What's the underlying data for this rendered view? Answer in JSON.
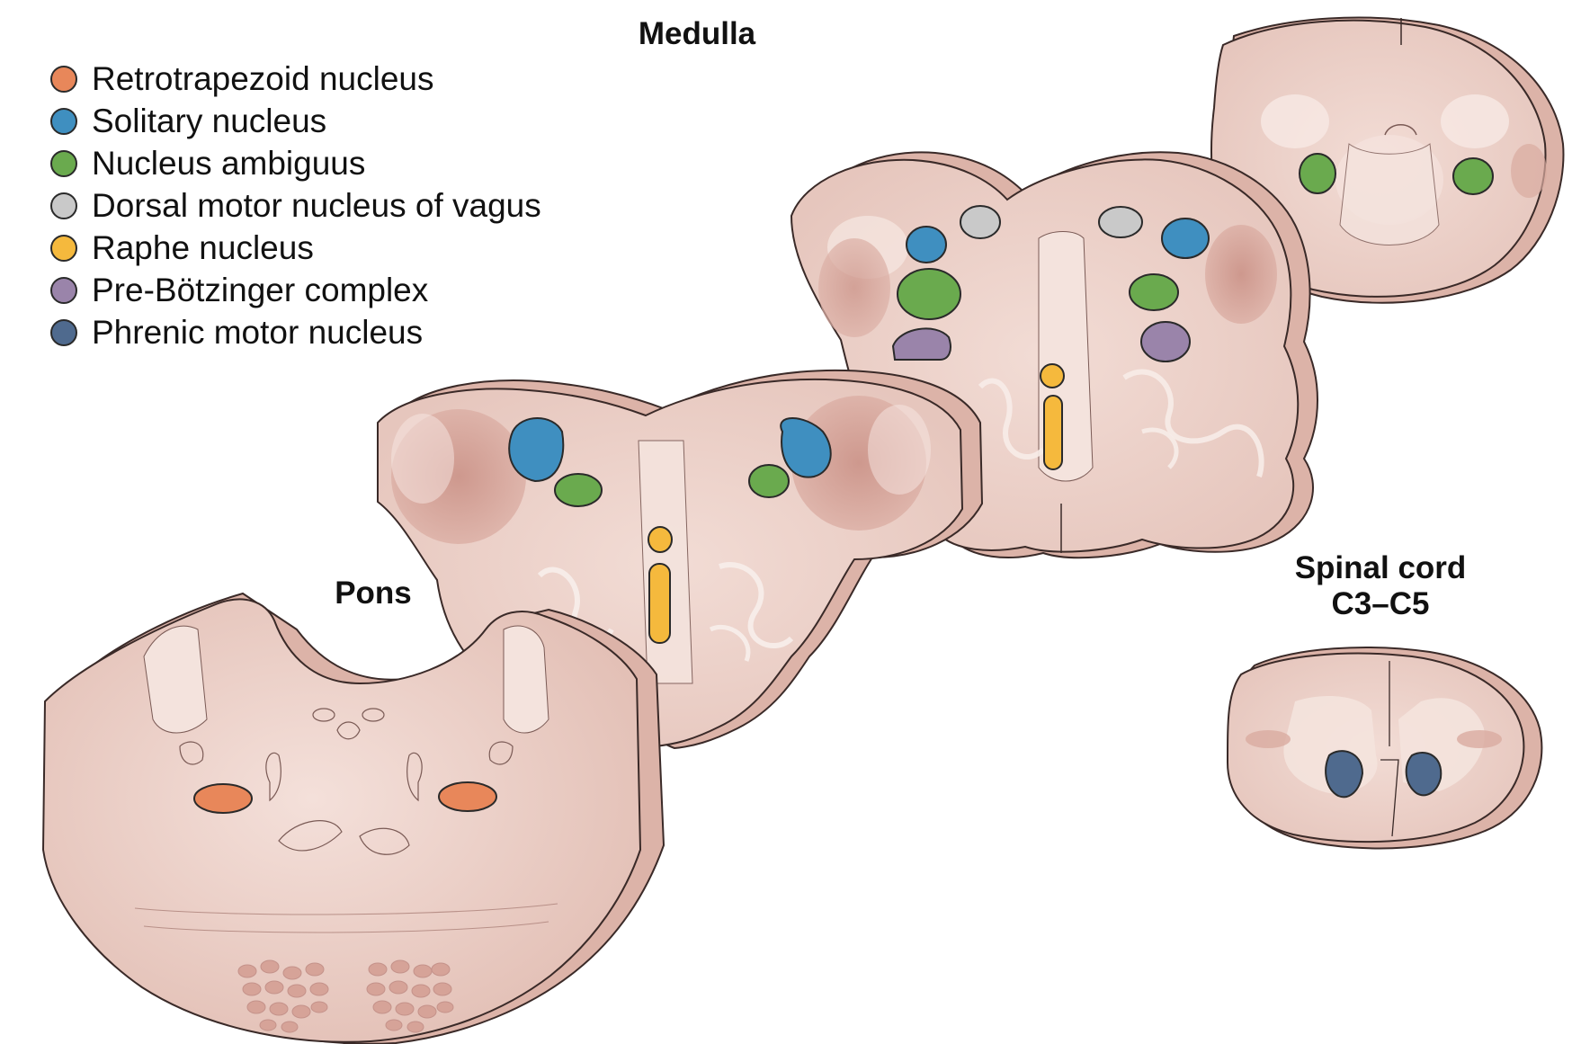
{
  "legend": {
    "items": [
      {
        "label": "Retrotrapezoid nucleus",
        "color": "#e8875a",
        "icon": "orange-circle"
      },
      {
        "label": "Solitary nucleus",
        "color": "#3f8fc0",
        "icon": "blue-circle"
      },
      {
        "label": "Nucleus ambiguus",
        "color": "#6aaa4e",
        "icon": "green-circle"
      },
      {
        "label": "Dorsal motor nucleus of vagus",
        "color": "#c9c9c9",
        "icon": "gray-circle"
      },
      {
        "label": "Raphe nucleus",
        "color": "#f5b93d",
        "icon": "yellow-circle"
      },
      {
        "label": "Pre-Bötzinger complex",
        "color": "#9a84aa",
        "icon": "purple-circle"
      },
      {
        "label": "Phrenic motor nucleus",
        "color": "#4f6a8e",
        "icon": "navy-circle"
      }
    ]
  },
  "labels": {
    "medulla": "Medulla",
    "pons": "Pons",
    "spinal_cord_line1": "Spinal cord",
    "spinal_cord_line2": "C3–C5"
  },
  "colors": {
    "tissue": "#efd6cf",
    "tissue_side": "#dcb3a8",
    "tissue_dark": "#cf9d92",
    "outline": "#3a2a28",
    "white_matter": "#f7e8e3"
  }
}
